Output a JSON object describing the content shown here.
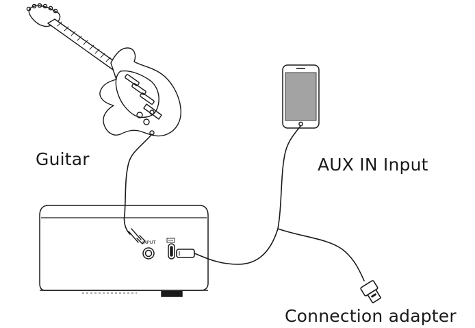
{
  "labels": {
    "guitar": "Guitar",
    "aux_in": "AUX IN Input",
    "adapter": "Connection adapter",
    "input_port": "INPUT"
  },
  "colors": {
    "line": "#1a1a1a",
    "screen": "#a3a3a3",
    "background": "#ffffff"
  }
}
